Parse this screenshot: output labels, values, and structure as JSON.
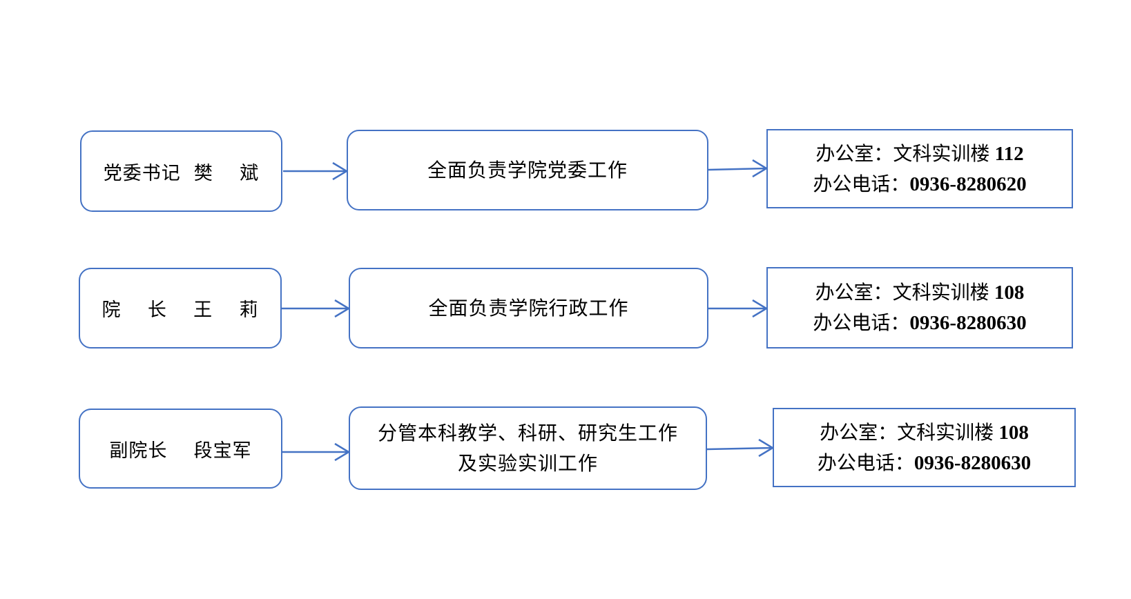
{
  "colors": {
    "border": "#4472c4",
    "arrow": "#4472c4",
    "text": "#000000",
    "background": "#ffffff"
  },
  "rows": [
    {
      "person": "党委书记  樊    斌",
      "duty_lines": [
        "全面负责学院党委工作"
      ],
      "office_label": "办公室：文科实训楼",
      "office_number": " 112",
      "phone_label": "办公电话：",
      "phone_number": "0936-8280620"
    },
    {
      "person": "院    长    王    莉",
      "duty_lines": [
        "全面负责学院行政工作"
      ],
      "office_label": "办公室：文科实训楼",
      "office_number": " 108",
      "phone_label": "办公电话：",
      "phone_number": "0936-8280630"
    },
    {
      "person": "副院长    段宝军",
      "duty_lines": [
        "分管本科教学、科研、研究生工作",
        "及实验实训工作"
      ],
      "office_label": "办公室：文科实训楼",
      "office_number": " 108",
      "phone_label": "办公电话：",
      "phone_number": "0936-8280630"
    }
  ]
}
